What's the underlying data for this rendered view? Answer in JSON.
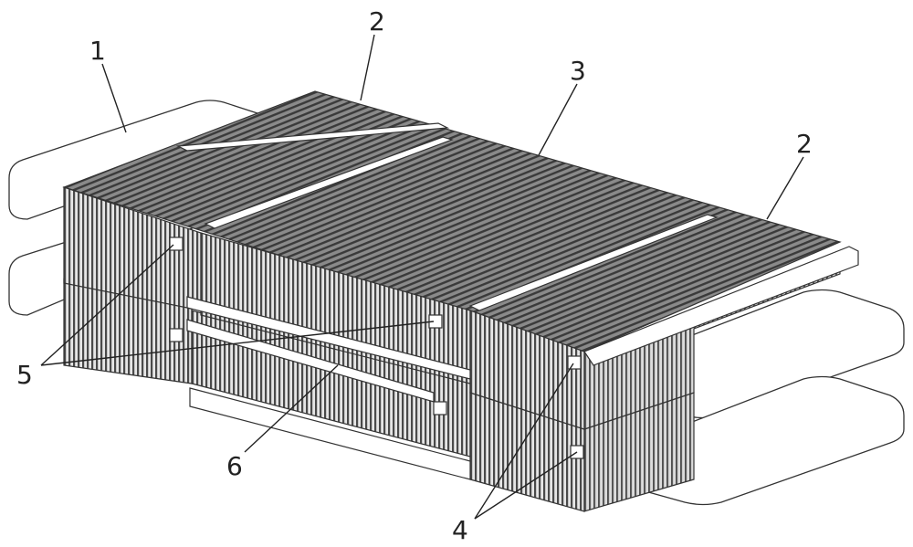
{
  "figure": {
    "labels": [
      {
        "id": "plate",
        "text": "1"
      },
      {
        "id": "fin-block-back-left",
        "text": "2"
      },
      {
        "id": "fin-block-center",
        "text": "3"
      },
      {
        "id": "fin-block-back-right",
        "text": "2"
      },
      {
        "id": "clip-group",
        "text": "5"
      },
      {
        "id": "bar",
        "text": "6"
      },
      {
        "id": "clip-front",
        "text": "4"
      }
    ],
    "colors": {
      "line": "#333333",
      "fin": "#555555",
      "plate": "#ffffff"
    }
  }
}
